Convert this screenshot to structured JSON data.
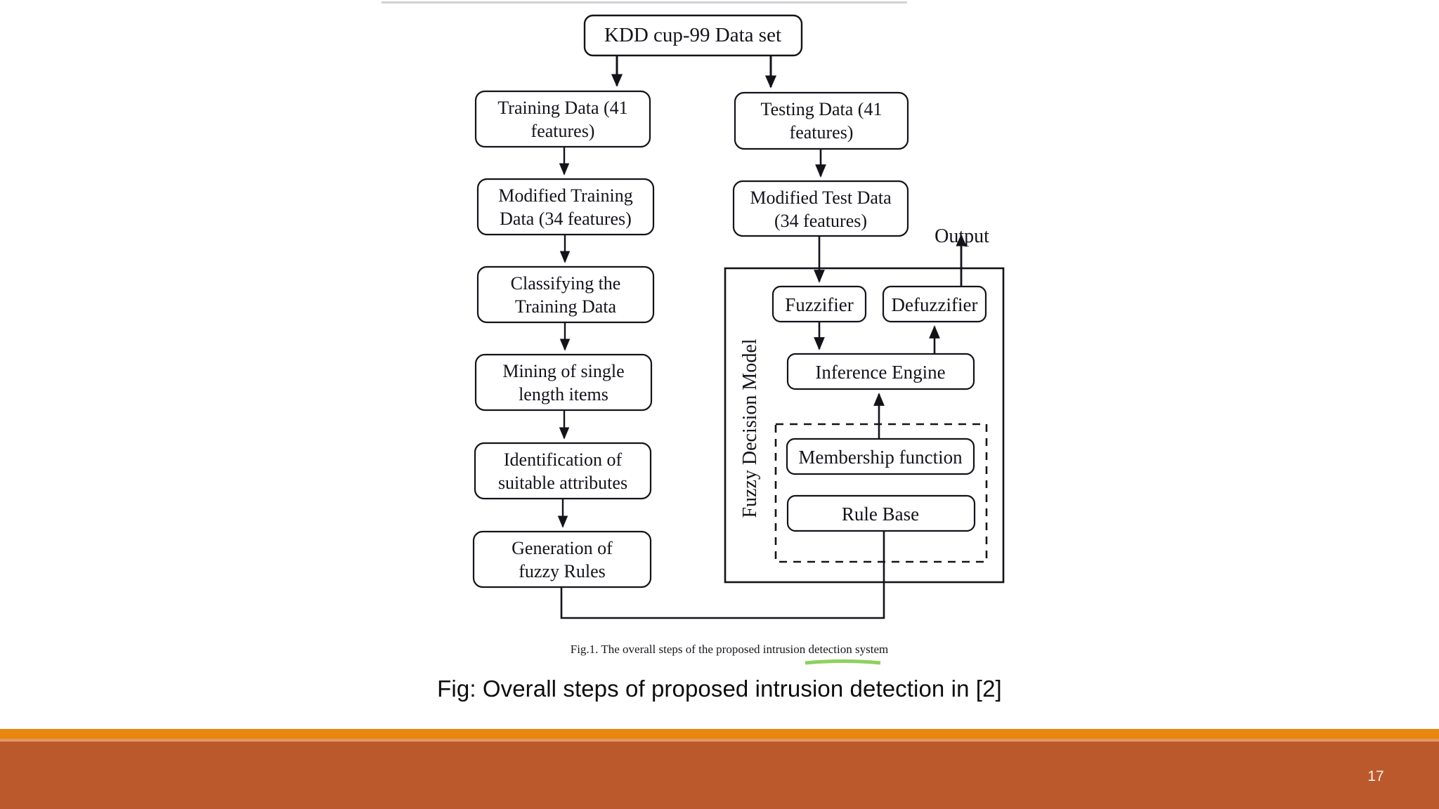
{
  "slide": {
    "page_number": "17",
    "caption": "Fig: Overall steps of proposed intrusion detection in [2]",
    "accent_color": "#e8860e",
    "footer_color": "#bc592c",
    "page_number_color": "#f6eee8",
    "highlight_underline_color": "#7ac943"
  },
  "figure": {
    "caption": "Fig.1. The overall steps of the proposed intrusion detection system",
    "stroke_color": "#14131a",
    "fill_color": "#ffffff",
    "nodes": {
      "source": "KDD cup-99 Data set",
      "training_data": [
        "Training Data (41",
        "features)"
      ],
      "testing_data": [
        "Testing Data (41",
        "features)"
      ],
      "modified_training": [
        "Modified Training",
        "Data (34 features)"
      ],
      "modified_test": [
        "Modified Test Data",
        "(34 features)"
      ],
      "classifying": [
        "Classifying the",
        "Training Data"
      ],
      "mining": [
        "Mining of single",
        "length items"
      ],
      "identification": [
        "Identification of",
        "suitable attributes"
      ],
      "generation": [
        "Generation of",
        "fuzzy Rules"
      ],
      "fuzzifier": "Fuzzifier",
      "defuzzifier": "Defuzzifier",
      "inference_engine": "Inference Engine",
      "membership_function": "Membership function",
      "rule_base": "Rule Base"
    },
    "group_label": "Fuzzy Decision Model",
    "output_label": "Output"
  }
}
